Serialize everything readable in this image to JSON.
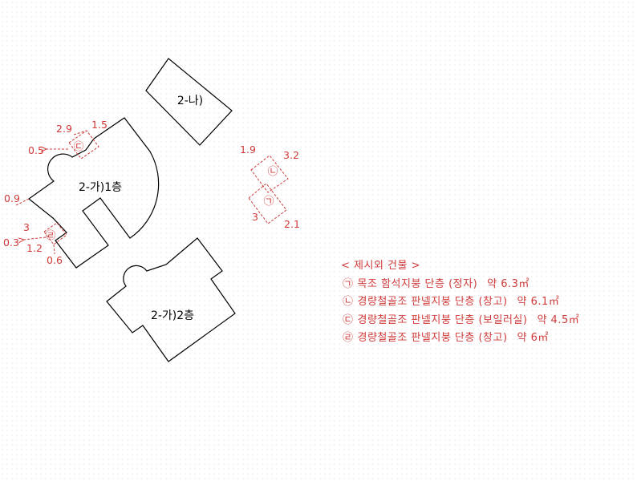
{
  "buildings": [
    {
      "label": "2-나)"
    },
    {
      "label": "2-가)1층"
    },
    {
      "label": "2-가)2층"
    }
  ],
  "markers": [
    "㉠",
    "㉡",
    "㉢",
    "㉣"
  ],
  "dimensions": [
    "2.9",
    "1.5",
    "0.5",
    "0.9",
    "3",
    "0.3",
    "1.2",
    "0.6",
    "1.9",
    "3.2",
    "3",
    "2.1"
  ],
  "legend": {
    "title": "< 제시외 건물 >",
    "items": [
      {
        "description": "목조 함석지붕 단층 (정자)",
        "area": "약 6.3㎡"
      },
      {
        "description": "경량철골조 판넬지붕 단층 (창고)",
        "area": "약 6.1㎡"
      },
      {
        "description": "경량철골조 판넬지붕 단층 (보일러실)",
        "area": "약 4.5㎡"
      },
      {
        "description": "경량철골조 판넬지붕 단층 (창고)",
        "area": "약 6㎡"
      }
    ]
  },
  "colors": {
    "building_outline": "#000000",
    "annex": "#d03a3a"
  }
}
